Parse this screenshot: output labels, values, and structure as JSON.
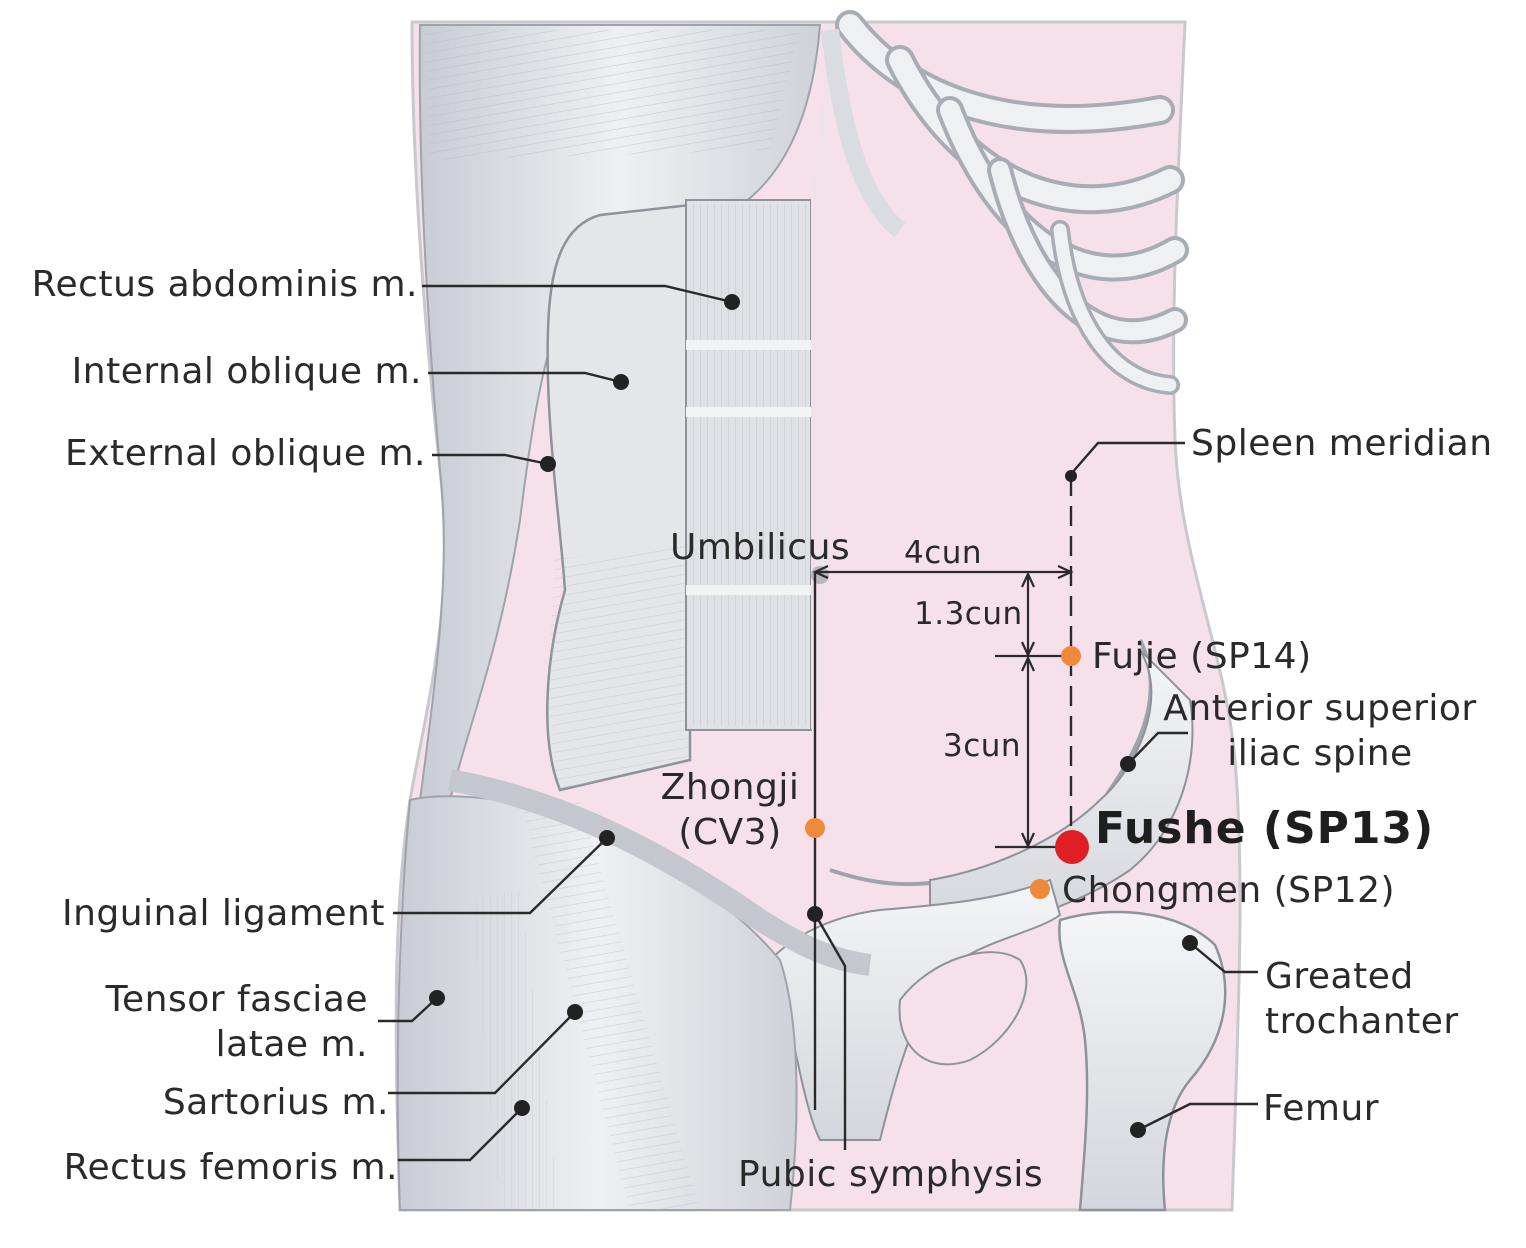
{
  "labels": {
    "rectus_abdominis": "Rectus abdominis m.",
    "internal_oblique": "Internal oblique m.",
    "external_oblique": "External oblique m.",
    "spleen_meridian": "Spleen meridian",
    "umbilicus": "Umbilicus",
    "dist_4cun": "4cun",
    "dist_1_3cun": "1.3cun",
    "dist_3cun": "3cun",
    "fujie": "Fujie (SP14)",
    "asis_line1": "Anterior superior",
    "asis_line2": "iliac spine",
    "zhongji_line1": "Zhongji",
    "zhongji_line2": "(CV3)",
    "fushe": "Fushe (SP13)",
    "chongmen": "Chongmen (SP12)",
    "inguinal": "Inguinal ligament",
    "greated_line1": "Greated",
    "greated_line2": "trochanter",
    "tensor_line1": "Tensor fasciae",
    "tensor_line2": "latae m.",
    "sartorius": "Sartorius m.",
    "femur": "Femur",
    "rectus_femoris": "Rectus femoris m.",
    "pubic": "Pubic symphysis"
  },
  "colors": {
    "acupoint_main": "#e01e25",
    "acupoint_other": "#ef8a3c",
    "leader_line": "#2a2a2a",
    "body_pink": "#f6e1ea",
    "anatomy_gray": "#dadde3"
  }
}
